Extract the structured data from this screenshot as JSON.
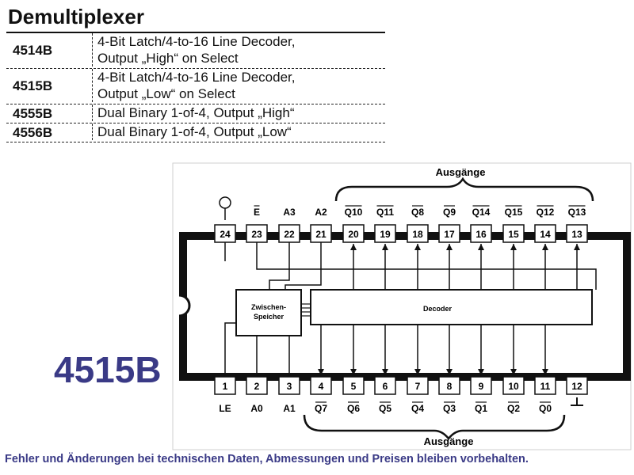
{
  "title": "Demultiplexer",
  "table": [
    {
      "code": "4514B",
      "desc": "4-Bit Latch/4-to-16 Line Decoder,\nOutput „High“ on Select"
    },
    {
      "code": "4515B",
      "desc": "4-Bit Latch/4-to-16 Line Decoder,\nOutput „Low“ on Select"
    },
    {
      "code": "4555B",
      "desc": "Dual Binary 1-of-4, Output „High“"
    },
    {
      "code": "4556B",
      "desc": "Dual Binary 1-of-4, Output „Low“"
    }
  ],
  "diagram": {
    "ausgange_top": "Ausgänge",
    "ausgange_bottom": "Ausgänge",
    "latch_line1": "Zwischen-",
    "latch_line2": "Speicher",
    "decoder": "Decoder",
    "top_pins": [
      {
        "num": "24",
        "label": ""
      },
      {
        "num": "23",
        "label": "E",
        "bar": true
      },
      {
        "num": "22",
        "label": "A3"
      },
      {
        "num": "21",
        "label": "A2"
      },
      {
        "num": "20",
        "label": "Q10",
        "bar": true
      },
      {
        "num": "19",
        "label": "Q11",
        "bar": true
      },
      {
        "num": "18",
        "label": "Q8",
        "bar": true
      },
      {
        "num": "17",
        "label": "Q9",
        "bar": true
      },
      {
        "num": "16",
        "label": "Q14",
        "bar": true
      },
      {
        "num": "15",
        "label": "Q15",
        "bar": true
      },
      {
        "num": "14",
        "label": "Q12",
        "bar": true
      },
      {
        "num": "13",
        "label": "Q13",
        "bar": true
      }
    ],
    "bottom_pins": [
      {
        "num": "1",
        "label": "LE"
      },
      {
        "num": "2",
        "label": "A0"
      },
      {
        "num": "3",
        "label": "A1"
      },
      {
        "num": "4",
        "label": "Q7",
        "bar": true
      },
      {
        "num": "5",
        "label": "Q6",
        "bar": true
      },
      {
        "num": "6",
        "label": "Q5",
        "bar": true
      },
      {
        "num": "7",
        "label": "Q4",
        "bar": true
      },
      {
        "num": "8",
        "label": "Q3",
        "bar": true
      },
      {
        "num": "9",
        "label": "Q1",
        "bar": true
      },
      {
        "num": "10",
        "label": "Q2",
        "bar": true
      },
      {
        "num": "11",
        "label": "Q0",
        "bar": true
      },
      {
        "num": "12",
        "label": ""
      }
    ]
  },
  "part_label": "4515B",
  "footer": "Fehler und Änderungen bei technischen Daten, Abmessungen und Preisen bleiben vorbehalten."
}
